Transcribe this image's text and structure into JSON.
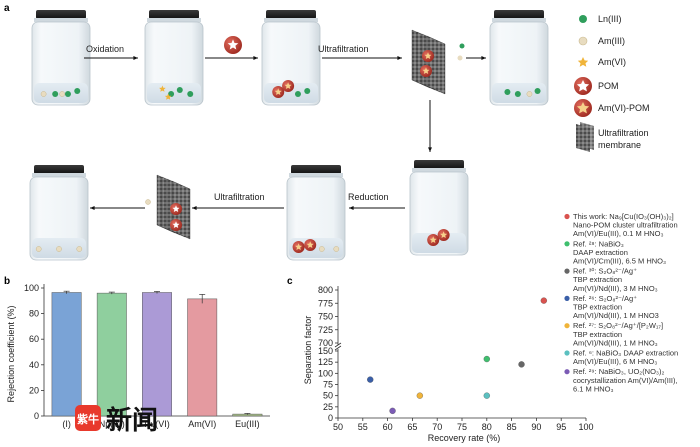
{
  "panels": {
    "a": "a",
    "b": "b",
    "c": "c"
  },
  "process": {
    "oxidation": "Oxidation",
    "ultrafiltration_top": "Ultrafiltration",
    "reduction": "Reduction",
    "ultrafiltration_bottom": "Ultrafiltration"
  },
  "legend_a": [
    {
      "label": "Ln(III)",
      "icon": "green-dot",
      "color": "#2f9e5c"
    },
    {
      "label": "Am(III)",
      "icon": "beige-dot",
      "color": "#e8dcc0"
    },
    {
      "label": "Am(VI)",
      "icon": "orange-star",
      "color": "#f0b43a"
    },
    {
      "label": "POM",
      "icon": "red-star-ball",
      "color": "#c0392b"
    },
    {
      "label": "Am(VI)-POM",
      "icon": "red-orange-star-ball",
      "color": "#c0392b"
    },
    {
      "label": "Ultrafiltration",
      "icon": "membrane",
      "color": "#555555"
    },
    {
      "label": "membrane",
      "icon": "",
      "color": "#555555"
    }
  ],
  "chart_b": {
    "type": "bar",
    "ylabel": "Rejection coefficient (%)",
    "ylim": [
      0,
      100
    ],
    "yticks": [
      "0",
      "20",
      "40",
      "60",
      "80",
      "100"
    ],
    "categories": [
      "(I)",
      "Np(VI)",
      "Pu(VI)",
      "Am(VI)",
      "Eu(III)"
    ],
    "values": [
      96.5,
      96.0,
      96.5,
      91.5,
      1.5
    ],
    "errors": [
      1.0,
      0.8,
      0.8,
      3.5,
      0.5
    ],
    "colors": [
      "#7aa3d6",
      "#8fcf9e",
      "#ab9ad6",
      "#e49aa0",
      "#a8c089"
    ]
  },
  "chart_c": {
    "type": "scatter",
    "xlabel": "Recovery rate (%)",
    "ylabel": "Separation factor",
    "xticks": [
      "50",
      "55",
      "60",
      "65",
      "70",
      "75",
      "80",
      "85",
      "90",
      "95",
      "100"
    ],
    "yticks_lower": [
      "0",
      "25",
      "50",
      "75",
      "100",
      "125",
      "150"
    ],
    "yticks_upper": [
      "700",
      "725",
      "750",
      "775",
      "800"
    ],
    "points": [
      {
        "x": 91.5,
        "y": 780,
        "color": "#d9534f"
      },
      {
        "x": 80.0,
        "y": 132,
        "color": "#3fbf6e"
      },
      {
        "x": 87.0,
        "y": 120,
        "color": "#666666"
      },
      {
        "x": 56.5,
        "y": 86,
        "color": "#3a5fa8"
      },
      {
        "x": 66.5,
        "y": 50,
        "color": "#f0b43a"
      },
      {
        "x": 80.0,
        "y": 50,
        "color": "#5bc0c0"
      },
      {
        "x": 61.0,
        "y": 16,
        "color": "#7b5bb5"
      }
    ],
    "legend": [
      {
        "lines": [
          "This work: Na₉[Cu(IO₃(OH)₃)₂]",
          "Nano-POM cluster ultrafiltration",
          "Am(VI)/Eu(III), 0.1 M HNO₃"
        ],
        "color": "#d9534f"
      },
      {
        "lines": [
          "Ref. ²⁸: NaBiO₃",
          "DAAP extraction",
          "Am(VI)/Cm(III), 6.5 M HNO₃"
        ],
        "color": "#3fbf6e"
      },
      {
        "lines": [
          "Ref. ³⁰: S₂O₈²⁻/Ag⁺",
          "TBP extraction",
          "Am(VI)/Nd(III), 3 M HNO₃"
        ],
        "color": "#666666"
      },
      {
        "lines": [
          "Ref. ²⁶: S₂O₈²⁻/Ag⁺",
          "TBP extraction",
          "Am(VI)/Nd(III), 1 M HNO3"
        ],
        "color": "#3a5fa8"
      },
      {
        "lines": [
          "Ref. ²⁷: S₂O₈²⁻/Ag⁺/[P₂W₁₇]",
          "TBP extraction",
          "Am(VI)/Nd(III), 1 M HNO₃"
        ],
        "color": "#f0b43a"
      },
      {
        "lines": [
          "Ref. ⁶: NaBiO₃ DAAP extraction",
          "Am(VI)/Eu(III), 6 M HNO₃"
        ],
        "color": "#5bc0c0"
      },
      {
        "lines": [
          "Ref. ²⁹: NaBiO₃, UO₂(NO₃)₂",
          "cocrystallization Am(VI)/Am(III),",
          "6.1 M HNO₃"
        ],
        "color": "#7b5bb5"
      }
    ]
  },
  "watermark": {
    "text": "新闻",
    "badge": "紫牛"
  }
}
